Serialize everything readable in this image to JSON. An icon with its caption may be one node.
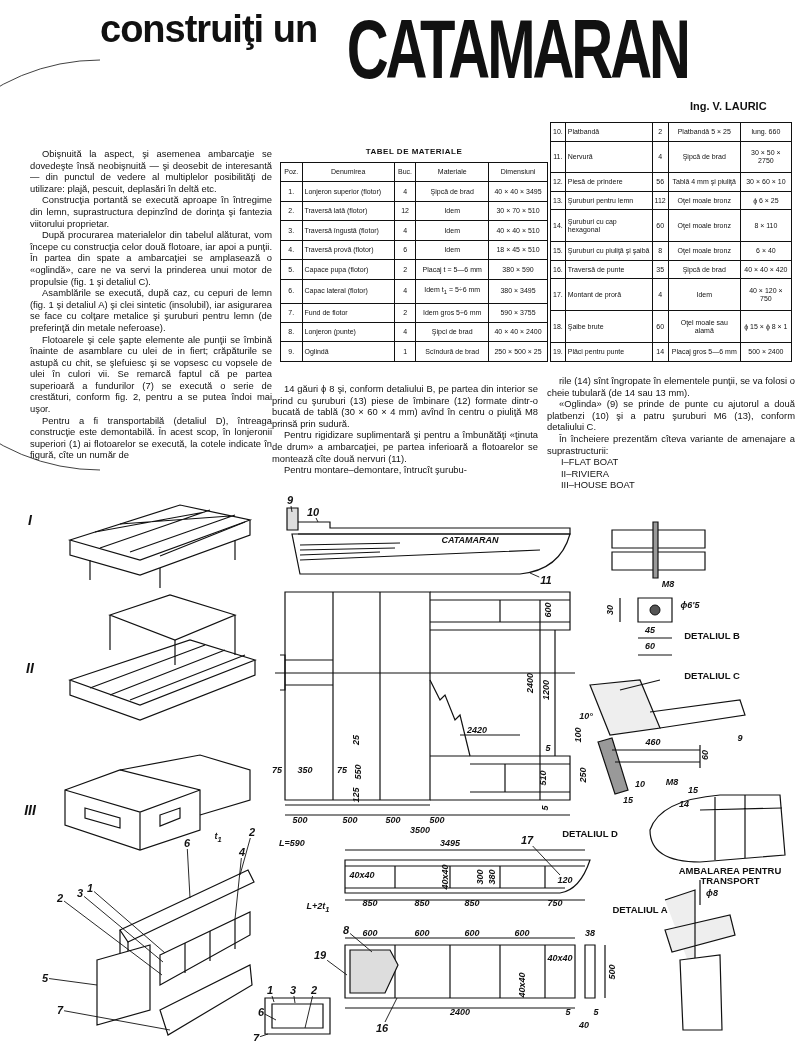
{
  "diagram": {
    "title": "construiţi un CATAMARAN",
    "nodes": [
      {
        "text": [
          "9"
        ]
      },
      {
        "text": [
          "10"
        ]
      },
      {
        "text": [
          "11"
        ]
      },
      {
        "text": [
          "2"
        ]
      },
      {
        "text": [
          "4"
        ]
      },
      {
        "text": [
          "6"
        ]
      },
      {
        "text": [
          "1"
        ]
      },
      {
        "text": [
          "2"
        ]
      },
      {
        "text": [
          "3"
        ]
      },
      {
        "text": [
          "5"
        ]
      },
      {
        "text": [
          "7"
        ]
      },
      {
        "text": [
          "1"
        ]
      },
      {
        "text": [
          "3"
        ]
      },
      {
        "text": [
          "2"
        ]
      },
      {
        "text": [
          "6"
        ]
      },
      {
        "text": [
          "7"
        ]
      },
      {
        "text": [
          "17"
        ]
      },
      {
        "text": [
          "8"
        ]
      },
      {
        "text": [
          "19"
        ]
      },
      {
        "text": [
          "16"
        ]
      },
      {
        "text": [],
        "shape": "picture"
      },
      {
        "text": [],
        "shape": "picture"
      },
      {
        "text": [],
        "shape": "picture"
      },
      {
        "text": [],
        "shape": "picture"
      },
      {
        "text": [],
        "shape": "picture"
      }
    ],
    "edges": [
      {
        "from": 0,
        "to": 20,
        "arrow": "none"
      },
      {
        "from": 1,
        "to": 20,
        "arrow": "none"
      },
      {
        "from": 2,
        "to": 20,
        "arrow": "none"
      },
      {
        "from": 3,
        "to": 21,
        "arrow": "none"
      },
      {
        "from": 4,
        "to": 21,
        "arrow": "none"
      },
      {
        "from": 5,
        "to": 21,
        "arrow": "none"
      },
      {
        "from": 6,
        "to": 21,
        "arrow": "none"
      },
      {
        "from": 7,
        "to": 21,
        "arrow": "none"
      },
      {
        "from": 8,
        "to": 21,
        "arrow": "none"
      },
      {
        "from": 9,
        "to": 21,
        "arrow": "none"
      },
      {
        "from": 10,
        "to": 21,
        "arrow": "none"
      },
      {
        "from": 11,
        "to": 22,
        "arrow": "none"
      },
      {
        "from": 12,
        "to": 22,
        "arrow": "none"
      },
      {
        "from": 13,
        "to": 22,
        "arrow": "none"
      },
      {
        "from": 14,
        "to": 22,
        "arrow": "none"
      },
      {
        "from": 15,
        "to": 22,
        "arrow": "none"
      },
      {
        "from": 16,
        "to": 23,
        "arrow": "none"
      },
      {
        "from": 17,
        "to": 24,
        "arrow": "none"
      },
      {
        "from": 18,
        "to": 24,
        "arrow": "none"
      },
      {
        "from": 19,
        "to": 24,
        "arrow": "none"
      }
    ],
    "labels": [
      "Ing. V. LAURIC",
      "Obişnuită la aspect, şi asemenea ambarcaţie se dovedeşte însă neobişnuită — şi deosebit de interesantă — din punctul de vedere al multiplelor posibilităţi de utilizare: plajă, pescuit, deplasări în deltă etc.",
      "Construcţia portantă se execută aproape în întregime din lemn, suprastructura depinzînd de dorinţa şi fantezia viitorului proprietar.",
      "După procurarea materialelor din tabelul alăturat, vom începe cu construcţia celor două flotoare, iar apoi a punţii. În partea din spate a ambarcaţiei se amplasează o «oglindă», care ne va servi la prinderea unui motor de propulsie (fig. 1 şi detaliul C).",
      "Asamblările se execută, după caz, cu cepuri de lemn (fig. 1 şi detaliul A) şi clei sintetic (insolubil), iar asigurarea se face cu colţare metalice şi şuruburi pentru lemn (de preferinţă din metale neferoase).",
      "Flotoarele şi cele şapte elemente ale punţii se îmbină înainte de asamblare cu ulei de in fiert; crăpăturile se astupă cu chit, se şlefuiesc şi se vopsesc cu vopsele de ulei în culori vii. Se remarcă faptul că pe partea superioară a fundurilor (7) se execută o serie de crestături, conform fig. 2, pentru a se putea îndoi mai uşor.",
      "Pentru a fi transportabilă (detaliul D), întreaga construcţie este demontabilă. În acest scop, în lonjeronii superiori (1) ai flotoarelor se execută, la cotele indicate în figură, cîte un număr de",
      "14 găuri ϕ 8 şi, conform detaliului B, pe partea din interior se prind cu şuruburi (13) piese de îmbinare (12) formate dintr-o bucată de tablă (30 × 60 × 4 mm) avînd în centru o piuliţă M8 prinsă prin sudură.",
      "Pentru rigidizare suplimentară şi pentru a îmbunătăţi «ţinuta de drum» a ambarcaţiei, pe partea inferioară a flotoarelor se montează cîte două nervuri (11).",
      "Pentru montare–demontare, întrucît şurubu-",
      "rile (14) sînt îngropate în elementele punţii, se va folosi o cheie tubulară (de 14 sau 13 mm).",
      "«Oglinda» (9) se prinde de punte cu ajutorul a două platbenzi (10) şi a patru şuruburi M6 (13), conform detaliului C.",
      "În încheiere prezentăm cîteva variante de amenajare a suprastructurii:",
      "I–FLAT BOAT",
      "II–RIVIERA",
      "III–HOUSE BOAT",
      "TABEL DE MATERIALE",
      "Poz.",
      "Denumirea",
      "Buc.",
      "Materiale",
      "Dimensiuni",
      "1.",
      "Lonjeron superior (flotor)",
      "4",
      "Şipcă de brad",
      "40 × 40 × 3495",
      "2.",
      "Traversă lată (flotor)",
      "12",
      "Idem",
      "30 × 70 × 510",
      "3.",
      "Traversă îngustă (flotor)",
      "4",
      "Idem",
      "40 × 40 × 510",
      "4.",
      "Traversă provă (flotor)",
      "6",
      "Idem",
      "18 × 45 × 510",
      "5.",
      "Capace pupa (flotor)",
      "2",
      "Placaj t = 5—6 mm",
      "380 × 590",
      "6.",
      "Capac lateral (flotor)",
      "4",
      "Idem t$_{1}$ = 5÷6 mm",
      "380 × 3495",
      "7.",
      "Fund de flotor",
      "2",
      "Idem gros 5÷6 mm",
      "590 × 3755",
      "8.",
      "Lonjeron (punte)",
      "4",
      "Şipci de brad",
      "40 × 40 × 2400",
      "9.",
      "Oglindă",
      "1",
      "Scîndură de brad",
      "250 × 500 × 25",
      "10.",
      "Platbandă",
      "2",
      "Platbandă 5 × 25",
      "lung. 660",
      "11.",
      "Nervură",
      "4",
      "Şipcă de brad",
      "30 × 50 × 2750",
      "12.",
      "Piesă de prindere",
      "56",
      "Tablă 4 mm şi piuliţă",
      "30 × 60 × 10",
      "13.",
      "Şuruburi pentru lemn",
      "112",
      "Oţel moale bronz",
      "ϕ 6 × 25",
      "14.",
      "Şuruburi cu cap hexagonal",
      "60",
      "Oţel moale bronz",
      "8 × 110",
      "15.",
      "Şuruburi cu piuliţă şi şaibă",
      "8",
      "Oţel moale bronz",
      "6 × 40",
      "16.",
      "Traversă de punte",
      "35",
      "Şipcă de brad",
      "40 × 40 × 420",
      "17.",
      "Montant de proră",
      "4",
      "Idem",
      "40 × 120 × 750",
      "18.",
      "Şaibe brute",
      "60",
      "Oţel moale sau alamă",
      "ϕ 15 × ϕ 8 × 1",
      "19.",
      "Plăci pentru punte",
      "14",
      "Placaj gros 5—6 mm",
      "500 × 2400",
      "I",
      "II",
      "III",
      "CATAMARAN",
      "600",
      "2400",
      "1200",
      "2420",
      "5",
      "25",
      "75",
      "350",
      "75",
      "550",
      "125",
      "510",
      "500",
      "500",
      "500",
      "500",
      "3500",
      "5",
      "M8",
      "30",
      "ϕ6'5",
      "45",
      "60",
      "DETALIUL B",
      "DETALIUL C",
      "100",
      "10°",
      "460",
      "9",
      "60",
      "250",
      "10",
      "M8",
      "15",
      "14",
      "15",
      "DETALIUL D",
      "3495",
      "40x40",
      "40x40",
      "300",
      "380",
      "120",
      "850",
      "850",
      "850",
      "750",
      "L=590",
      "t$_{1}$",
      "L+2t$_{1}$",
      "AMBALAREA PENTRU TRANSPORT",
      "ϕ8",
      "DETALIUL A",
      "600",
      "600",
      "600",
      "600",
      "38",
      "40x40",
      "40x40",
      "500",
      "2400",
      "5",
      "5",
      "40"
    ]
  }
}
